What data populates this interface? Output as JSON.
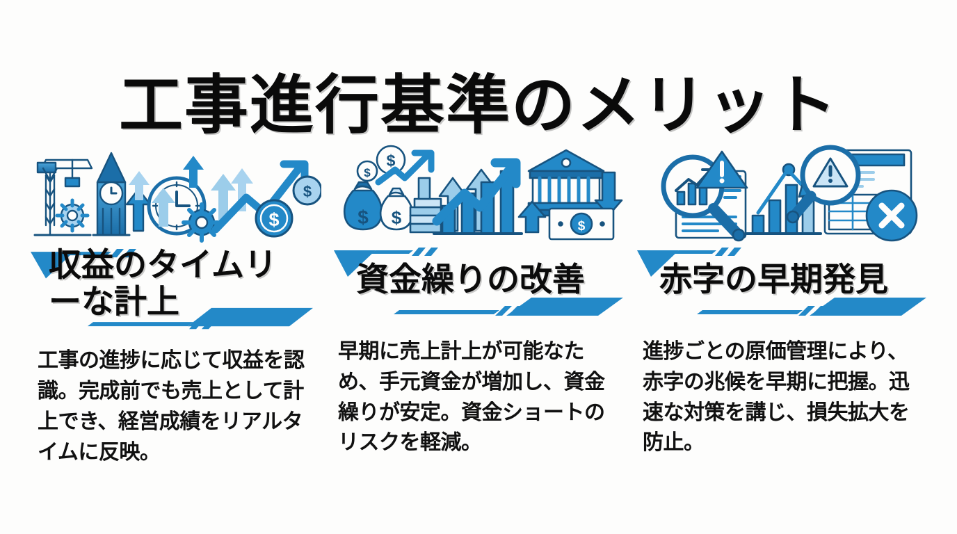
{
  "page": {
    "title": "工事進行基準のメリット",
    "background_color": "#fdfdfc",
    "accent_color": "#2389c8",
    "accent_dark": "#1b6ea8",
    "accent_light": "#9ccdea",
    "text_color": "#0b0b0b"
  },
  "cards": [
    {
      "heading": "収益のタイムリーな計上",
      "body": "工事の進捗に応じて収益を認識。完成前でも売上として計上でき、経営成績をリアルタイムに反映。",
      "icon_names": [
        "crane-icon",
        "clock-tower-icon",
        "gear-icon",
        "up-arrow-icon",
        "clock-icon",
        "trend-up-arrow-icon",
        "dollar-coin-icon"
      ]
    },
    {
      "heading": "資金繰りの改善",
      "body": "早期に売上計上が可能なため、手元資金が増加し、資金繰りが安定。資金ショートのリスクを軽減。",
      "icon_names": [
        "money-bag-icon",
        "coin-stack-icon",
        "dollar-coin-icon",
        "bar-chart-up-icon",
        "up-arrow-icon",
        "bank-building-icon",
        "cash-flow-arrows-icon",
        "banknote-icon"
      ]
    },
    {
      "heading": "赤字の早期発見",
      "body": "進捗ごとの原価管理により、赤字の兆候を早期に把握。迅速な対策を講じ、損失拡大を防止。",
      "icon_names": [
        "magnifier-chart-icon",
        "warning-triangle-icon",
        "document-icon",
        "bar-chart-down-icon",
        "magnifier-alert-icon",
        "spreadsheet-icon",
        "error-circle-icon"
      ]
    }
  ]
}
